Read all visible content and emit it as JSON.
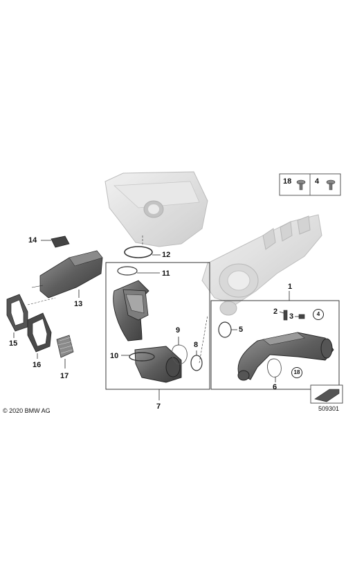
{
  "callouts": {
    "c1": "1",
    "c2": "2",
    "c3": "3",
    "c4": "4",
    "c5": "5",
    "c6": "6",
    "c7": "7",
    "c8": "8",
    "c9": "9",
    "c10": "10",
    "c11": "11",
    "c12": "12",
    "c13": "13",
    "c14": "14",
    "c15": "15",
    "c16": "16",
    "c17": "17",
    "c18": "18"
  },
  "legend": {
    "left_num": "18",
    "right_num": "4"
  },
  "circled": {
    "c4": "4",
    "c18": "18"
  },
  "footer": {
    "copyright": "© 2020 BMW AG",
    "diagram_id": "509301"
  },
  "colors": {
    "line": "#222222",
    "part_fill": "#6e6e6e",
    "ghost_fill": "#d9d9d9"
  }
}
